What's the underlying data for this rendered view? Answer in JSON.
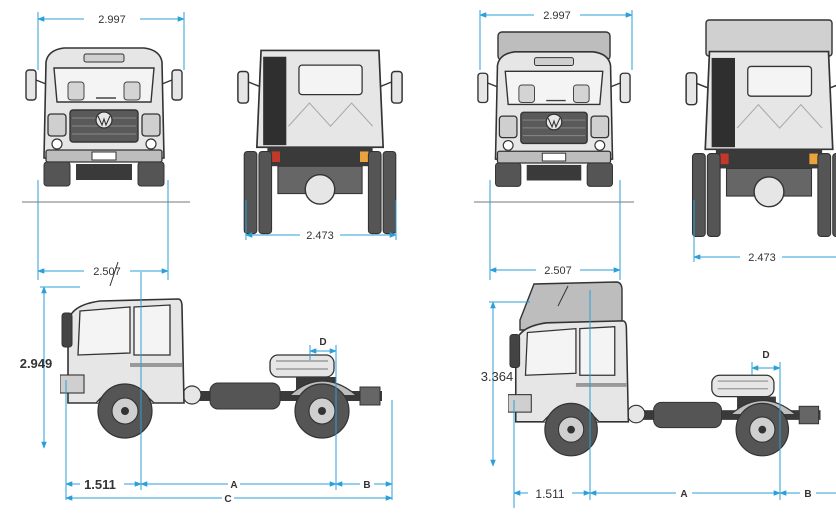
{
  "colors": {
    "dimension_line": "#2a9fd8",
    "vehicle_outline": "#333333",
    "vehicle_fill": "#e6e6e6",
    "roof_fill": "#bdbdbd",
    "tire_fill": "#555555",
    "chassis_fill": "#3a3a3a",
    "light_red": "#c0392b",
    "light_amber": "#e8a33c",
    "ground": "#bbbbbb"
  },
  "variant_low_roof": {
    "front_overall_width": "2.997",
    "front_track_width": "2.507",
    "rear_track_width": "2.473",
    "side_height": "2.949",
    "side_front_overhang": "1.511",
    "label_wheelbase": "A",
    "label_rear_overhang": "B",
    "label_overall_length": "C",
    "label_fifth_wheel": "D",
    "grille_text": "VOLKSWAGEN"
  },
  "variant_high_roof": {
    "front_overall_width": "2.997",
    "front_track_width": "2.507",
    "rear_track_width": "2.473",
    "side_height": "3.364",
    "side_front_overhang": "1.511",
    "label_wheelbase": "A",
    "label_rear_overhang": "B",
    "label_fifth_wheel": "D",
    "grille_text": "VOLKSWAGEN"
  }
}
